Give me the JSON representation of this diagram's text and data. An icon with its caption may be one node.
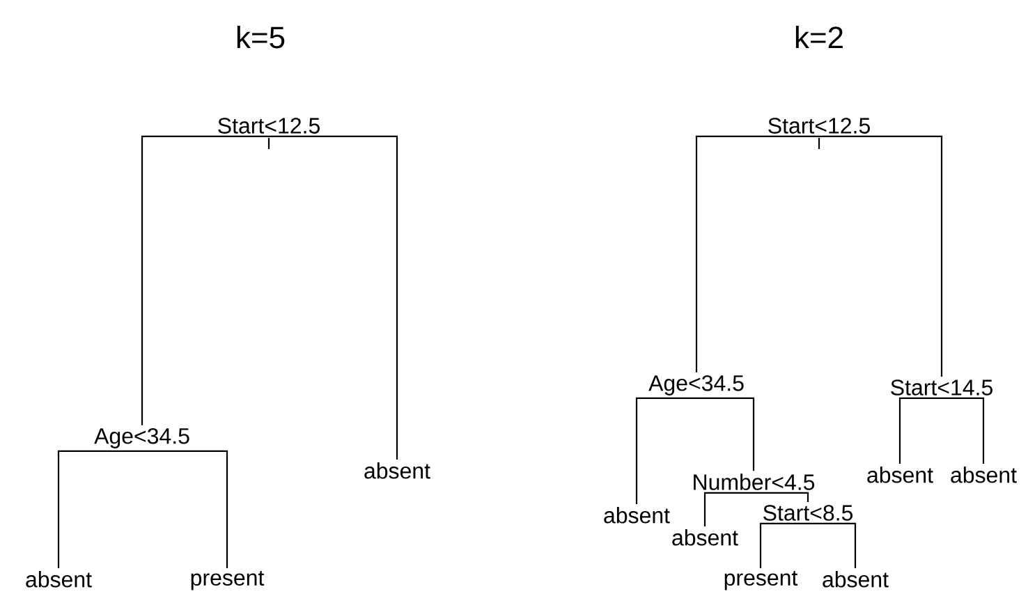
{
  "diagram": {
    "nodes": [
      {
        "text": [
          "Start<12.5"
        ]
      },
      {
        "text": [
          "Age<34.5"
        ]
      },
      {
        "text": [
          "absent"
        ]
      },
      {
        "text": [
          "absent"
        ]
      },
      {
        "text": [
          "present"
        ]
      },
      {
        "text": [
          "Start<12.5"
        ]
      },
      {
        "text": [
          "Age<34.5"
        ]
      },
      {
        "text": [
          "Start<14.5"
        ]
      },
      {
        "text": [
          "absent"
        ]
      },
      {
        "text": [
          "Number<4.5"
        ]
      },
      {
        "text": [
          "absent"
        ]
      },
      {
        "text": [
          "absent"
        ]
      },
      {
        "text": [
          "absent"
        ]
      },
      {
        "text": [
          "Start<8.5"
        ]
      },
      {
        "text": [
          "present"
        ]
      },
      {
        "text": [
          "absent"
        ]
      }
    ],
    "edges": [
      {
        "from": 0,
        "to": 1,
        "arrow": "none"
      },
      {
        "from": 0,
        "to": 2,
        "arrow": "none"
      },
      {
        "from": 1,
        "to": 3,
        "arrow": "none"
      },
      {
        "from": 1,
        "to": 4,
        "arrow": "none"
      },
      {
        "from": 5,
        "to": 6,
        "arrow": "none"
      },
      {
        "from": 5,
        "to": 7,
        "arrow": "none"
      },
      {
        "from": 6,
        "to": 8,
        "arrow": "none"
      },
      {
        "from": 6,
        "to": 9,
        "arrow": "none"
      },
      {
        "from": 7,
        "to": 10,
        "arrow": "none"
      },
      {
        "from": 7,
        "to": 11,
        "arrow": "none"
      },
      {
        "from": 9,
        "to": 12,
        "arrow": "none"
      },
      {
        "from": 9,
        "to": 13,
        "arrow": "none"
      },
      {
        "from": 13,
        "to": 14,
        "arrow": "none"
      },
      {
        "from": 13,
        "to": 15,
        "arrow": "none"
      }
    ],
    "labels": [
      "k=5",
      "k=2"
    ]
  }
}
